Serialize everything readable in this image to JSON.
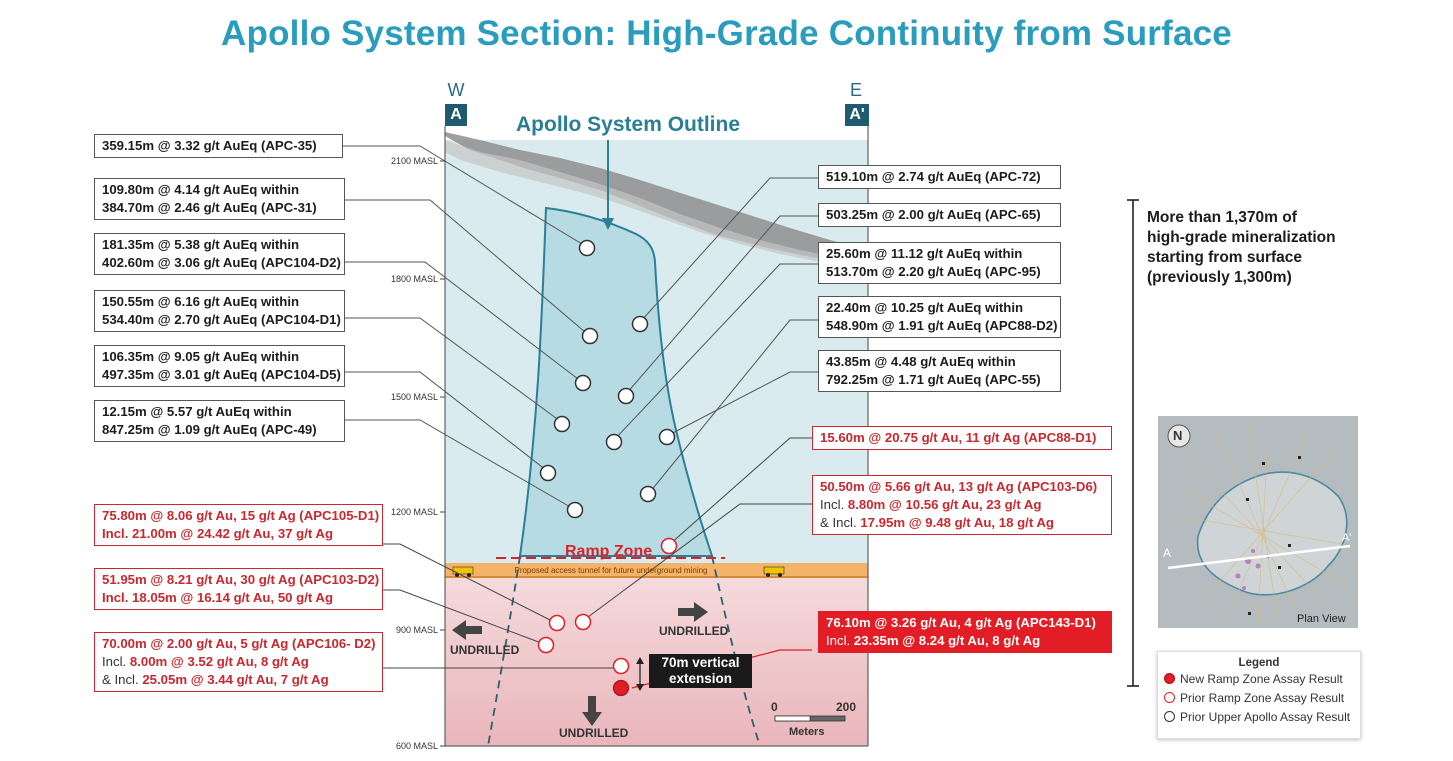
{
  "title": "Apollo System Section: High-Grade Continuity from Surface",
  "section": {
    "west_letter": "W",
    "west_badge": "A",
    "east_letter": "E",
    "east_badge": "A'",
    "outline_label": "Apollo System Outline",
    "ramp_label": "Ramp Zone",
    "tunnel_label": "Proposed access tunnel for future underground mining",
    "undrilled_label": "UNDRILLED",
    "vertical_extension": [
      "70m vertical",
      "extension"
    ],
    "scale_min": "0",
    "scale_max": "200",
    "scale_unit": "Meters",
    "elevations": [
      "2100 MASL",
      "1800 MASL",
      "1500 MASL",
      "1200 MASL",
      "900 MASL",
      "600 MASL"
    ]
  },
  "side_note": [
    "More than 1,370m of",
    "high-grade mineralization",
    "starting from surface",
    "(previously 1,300m)"
  ],
  "plan_view": {
    "label": "Plan View",
    "north": "N",
    "a": "A",
    "a_prime": "A'"
  },
  "legend": {
    "title": "Legend",
    "items": [
      "New Ramp Zone Assay Result",
      "Prior Ramp Zone Assay Result",
      "Prior Upper Apollo Assay Result"
    ],
    "colors": {
      "new": "#e21d25",
      "prior_ramp": "#e21d25",
      "prior_upper": "#333333"
    }
  },
  "left_boxes": [
    {
      "lines": [
        "359.15m @ 3.32 g/t AuEq (APC-35)"
      ]
    },
    {
      "lines": [
        "109.80m @ 4.14 g/t AuEq within",
        "384.70m @ 2.46 g/t AuEq (APC-31)"
      ]
    },
    {
      "lines": [
        "181.35m @ 5.38 g/t AuEq within",
        "402.60m @ 3.06 g/t AuEq (APC104-D2)"
      ]
    },
    {
      "lines": [
        "150.55m @ 6.16 g/t AuEq within",
        "534.40m @ 2.70 g/t AuEq (APC104-D1)"
      ]
    },
    {
      "lines": [
        "106.35m @ 9.05 g/t AuEq within",
        "497.35m @ 3.01 g/t AuEq (APC104-D5)"
      ]
    },
    {
      "lines": [
        "12.15m @ 5.57 g/t AuEq within",
        "847.25m @ 1.09 g/t AuEq (APC-49)"
      ]
    }
  ],
  "right_boxes": [
    {
      "lines": [
        "519.10m @ 2.74 g/t AuEq (APC-72)"
      ]
    },
    {
      "lines": [
        "503.25m @ 2.00 g/t AuEq (APC-65)"
      ]
    },
    {
      "lines": [
        "25.60m @ 11.12 g/t AuEq within",
        "513.70m @ 2.20 g/t AuEq (APC-95)"
      ]
    },
    {
      "lines": [
        "22.40m @ 10.25 g/t AuEq within",
        "548.90m @ 1.91 g/t AuEq (APC88-D2)"
      ]
    },
    {
      "lines": [
        "43.85m @ 4.48 g/t AuEq within",
        "792.25m @ 1.71 g/t AuEq (APC-55)"
      ]
    }
  ],
  "red_boxes": {
    "apc88_d1": {
      "line1": "15.60m @ 20.75 g/t Au, 11 g/t Ag (APC88-D1)"
    },
    "apc103_d6": {
      "line1": "50.50m @ 5.66 g/t Au, 13 g/t Ag (APC103-D6)",
      "line2_prefix": "Incl.",
      "line2": "8.80m @ 10.56 g/t Au, 23 g/t Ag",
      "line3_prefix": "& Incl.",
      "line3": "17.95m @ 9.48 g/t Au, 18 g/t Ag"
    },
    "apc105_d1": {
      "line1": "75.80m @ 8.06 g/t Au, 15 g/t Ag (APC105-D1)",
      "line2": "Incl. 21.00m @ 24.42 g/t Au, 37 g/t Ag"
    },
    "apc103_d2": {
      "line1": "51.95m @ 8.21 g/t Au, 30 g/t Ag (APC103-D2)",
      "line2": "Incl. 18.05m @ 16.14 g/t Au, 50 g/t Ag"
    },
    "apc106_d2": {
      "line1": "70.00m @ 2.00 g/t Au, 5 g/t Ag (APC106- D2)",
      "line2_prefix": "Incl.",
      "line2": "8.00m @ 3.52 g/t Au, 8 g/t Ag",
      "line3_prefix": "& Incl.",
      "line3": "25.05m @ 3.44 g/t Au, 7 g/t Ag"
    },
    "apc143_d1": {
      "line1": "76.10m @ 3.26 g/t Au, 4 g/t Ag (APC143-D1)",
      "line2_prefix": "Incl.",
      "line2": "23.35m @ 8.24 g/t Au, 8 g/t Ag"
    }
  }
}
